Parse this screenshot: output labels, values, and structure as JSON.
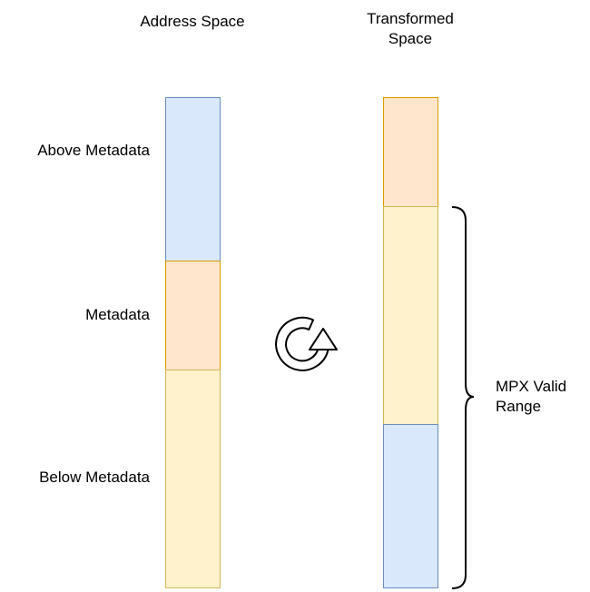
{
  "left_column": {
    "title": "Address Space",
    "segments": [
      {
        "label": "Above Metadata"
      },
      {
        "label": "Metadata"
      },
      {
        "label": "Below Metadata"
      }
    ]
  },
  "right_column": {
    "title": "Transformed\nSpace",
    "bracket_label": "MPX Valid\nRange"
  },
  "colors": {
    "blue_fill": "#dae8fc",
    "blue_stroke": "#6c8ebf",
    "orange_fill": "#ffe6cc",
    "orange_stroke": "#d79b00",
    "yellow_fill": "#fff2cc",
    "yellow_stroke": "#d6b656"
  },
  "icons": {
    "transform": "rotate-arrow-icon"
  }
}
